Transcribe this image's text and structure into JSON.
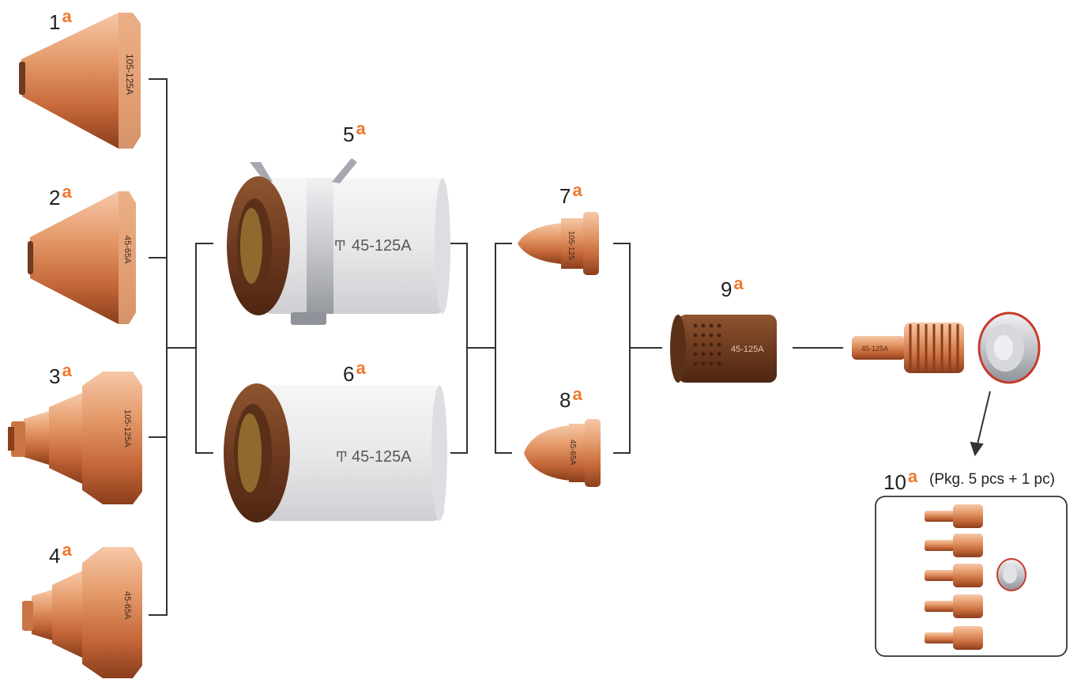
{
  "colors": {
    "accent": "#f0782d",
    "line": "#333333",
    "copper_light": "#f4c0a0",
    "copper_mid": "#d88a5a",
    "copper_dark": "#9a4a24",
    "brown": "#6e3a20",
    "white_part": "#e8e8ea"
  },
  "callouts": [
    {
      "num": "1",
      "sup": "a",
      "icon": "shield-105-125A"
    },
    {
      "num": "2",
      "sup": "a",
      "icon": "shield-45-65A"
    },
    {
      "num": "3",
      "sup": "a",
      "icon": "shield-ohmic-105-125A"
    },
    {
      "num": "4",
      "sup": "a",
      "icon": "shield-ohmic-45-65A"
    },
    {
      "num": "5",
      "sup": "a",
      "icon": "retaining-cap-ohmic"
    },
    {
      "num": "6",
      "sup": "a",
      "icon": "retaining-cap"
    },
    {
      "num": "7",
      "sup": "a",
      "icon": "nozzle-105-125A"
    },
    {
      "num": "8",
      "sup": "a",
      "icon": "nozzle-45-65A"
    },
    {
      "num": "9",
      "sup": "a",
      "icon": "swirl-ring"
    },
    {
      "num": "10",
      "sup": "a",
      "icon": "electrode-pack"
    }
  ],
  "part_labels": {
    "shield1": "105-125A",
    "shield2": "45-65A",
    "shield3": "105-125A",
    "shield4": "45-65A",
    "cap5": "45-125A",
    "cap6": "45-125A",
    "nozzle7": "105-125",
    "nozzle8": "45-65A",
    "swirl9": "45-125A",
    "electrode": "45-125A"
  },
  "pkg_note": "(Pkg. 5 pcs + 1 pc)"
}
